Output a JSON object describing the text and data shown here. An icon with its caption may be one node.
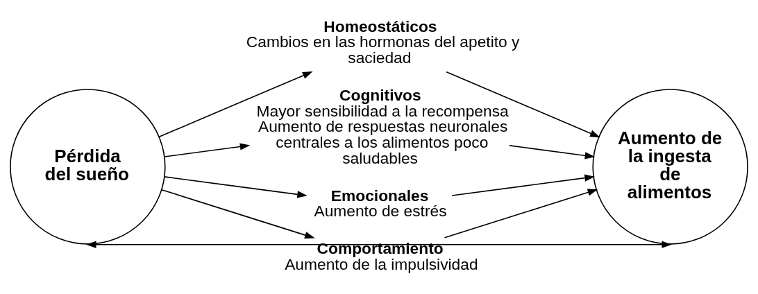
{
  "diagram": {
    "nodes": [
      {
        "text": [
          "Pérdida del sueño"
        ]
      },
      {
        "text": [
          "Homeostáticos",
          "Cambios en las hormonas del apetito y saciedad"
        ]
      },
      {
        "text": [
          "Cognitivos",
          "Mayor sensibilidad a la recompensa",
          "Aumento de respuestas neuronales centrales a los alimentos poco saludables"
        ]
      },
      {
        "text": [
          "Emocionales",
          "Aumento de estrés"
        ]
      },
      {
        "text": [
          "Comportamiento",
          "Aumento de la impulsividad"
        ]
      },
      {
        "text": [
          "Aumento de la ingesta de alimentos"
        ]
      }
    ],
    "edges": [
      {
        "from": 0,
        "to": 1,
        "arrow": "to"
      },
      {
        "from": 0,
        "to": 2,
        "arrow": "to"
      },
      {
        "from": 0,
        "to": 3,
        "arrow": "to"
      },
      {
        "from": 0,
        "to": 4,
        "arrow": "to"
      },
      {
        "from": 1,
        "to": 5,
        "arrow": "to"
      },
      {
        "from": 2,
        "to": 5,
        "arrow": "to"
      },
      {
        "from": 3,
        "to": 5,
        "arrow": "to"
      },
      {
        "from": 4,
        "to": 5,
        "arrow": "to"
      },
      {
        "from": 5,
        "to": 0,
        "arrow": "both"
      }
    ]
  }
}
